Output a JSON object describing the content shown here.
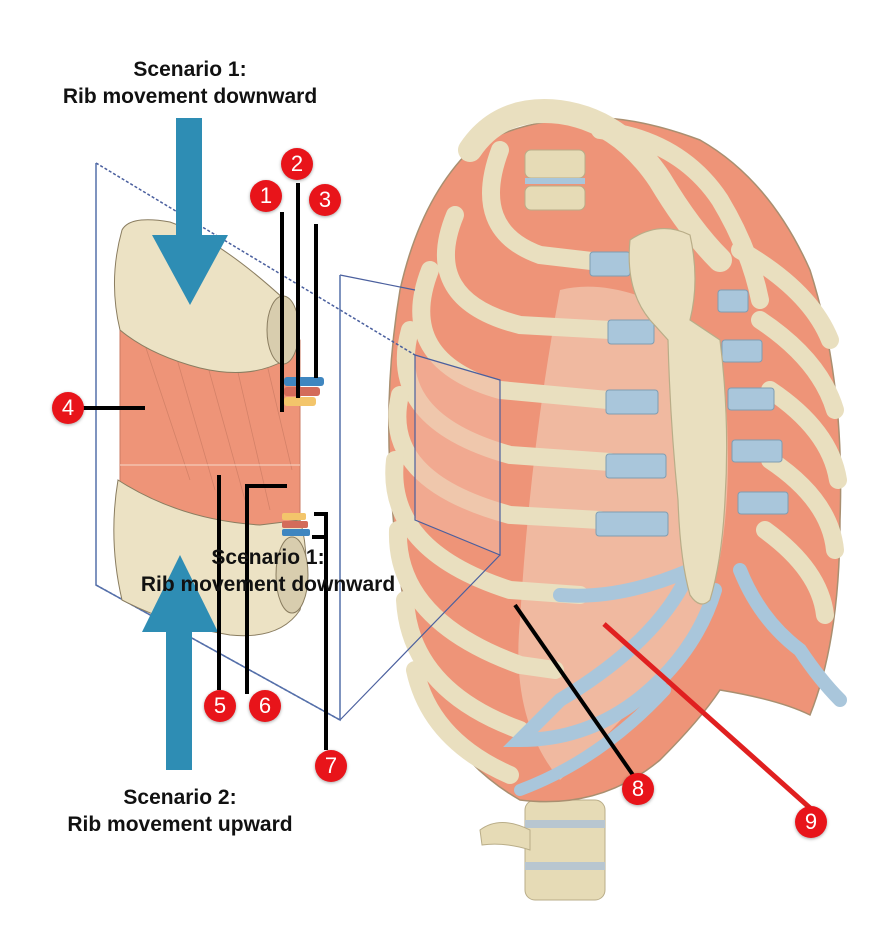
{
  "captions": {
    "scenario1_top": {
      "line1": "Scenario 1:",
      "line2": "Rib movement downward"
    },
    "scenario1_overlay": {
      "line1": "Scenario 1:",
      "line2": "Rib movement downward"
    },
    "scenario2": {
      "line1": "Scenario 2:",
      "line2": "Rib movement upward"
    }
  },
  "labels": [
    {
      "number": "1",
      "color": "#e8141a"
    },
    {
      "number": "2",
      "color": "#e8141a"
    },
    {
      "number": "3",
      "color": "#e8141a"
    },
    {
      "number": "4",
      "color": "#e8141a"
    },
    {
      "number": "5",
      "color": "#e8141a"
    },
    {
      "number": "6",
      "color": "#e8141a"
    },
    {
      "number": "7",
      "color": "#e8141a"
    },
    {
      "number": "8",
      "color": "#e8141a"
    },
    {
      "number": "9",
      "color": "#e8141a"
    }
  ],
  "colors": {
    "arrow": "#2e8db4",
    "bone": "#ece2c4",
    "muscle": "#ee9478",
    "cartilage": "#a9c6db",
    "leader_line": "#000000",
    "leader_line_9": "#e02020",
    "zoom_box": "#4a5f9e"
  }
}
